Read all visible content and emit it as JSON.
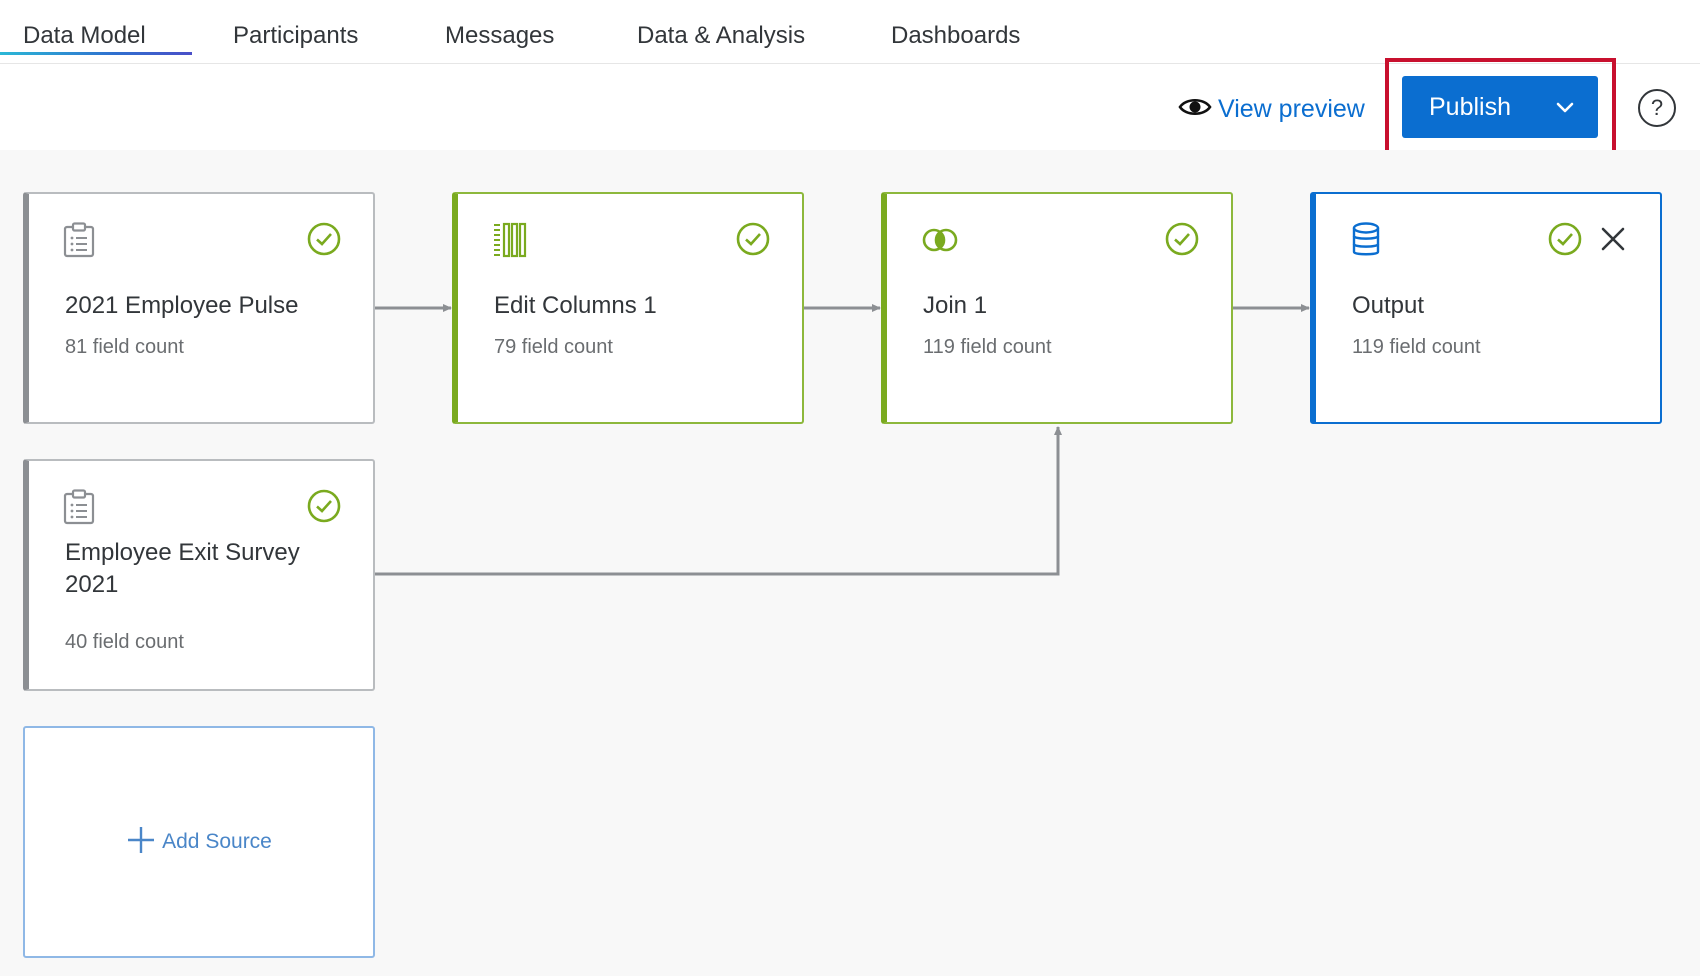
{
  "tabs": [
    {
      "label": "Data Model",
      "active": true
    },
    {
      "label": "Participants",
      "active": false
    },
    {
      "label": "Messages",
      "active": false
    },
    {
      "label": "Data & Analysis",
      "active": false
    },
    {
      "label": "Dashboards",
      "active": false
    }
  ],
  "toolbar": {
    "view_preview_label": "View preview",
    "publish_label": "Publish",
    "help_label": "?"
  },
  "nodes": {
    "source1": {
      "title": "2021 Employee Pulse",
      "count": "81 field count",
      "icon": "clipboard-icon",
      "status": "check-circle-icon"
    },
    "edit_columns": {
      "title": "Edit Columns 1",
      "count": "79 field count",
      "icon": "columns-icon",
      "status": "check-circle-icon"
    },
    "join": {
      "title": "Join 1",
      "count": "119 field count",
      "icon": "join-icon",
      "status": "check-circle-icon"
    },
    "output": {
      "title": "Output",
      "count": "119 field count",
      "icon": "database-icon",
      "status": "check-circle-icon"
    },
    "source2": {
      "title": "Employee Exit Survey 2021",
      "count": "40 field count",
      "icon": "clipboard-icon",
      "status": "check-circle-icon"
    }
  },
  "add_source": {
    "label": "Add Source",
    "icon": "plus-icon"
  },
  "colors": {
    "accent_blue": "#0b6ed0",
    "success_green": "#7aaa1f",
    "highlight_red": "#c8102e",
    "source_gray": "#8c8f93"
  }
}
